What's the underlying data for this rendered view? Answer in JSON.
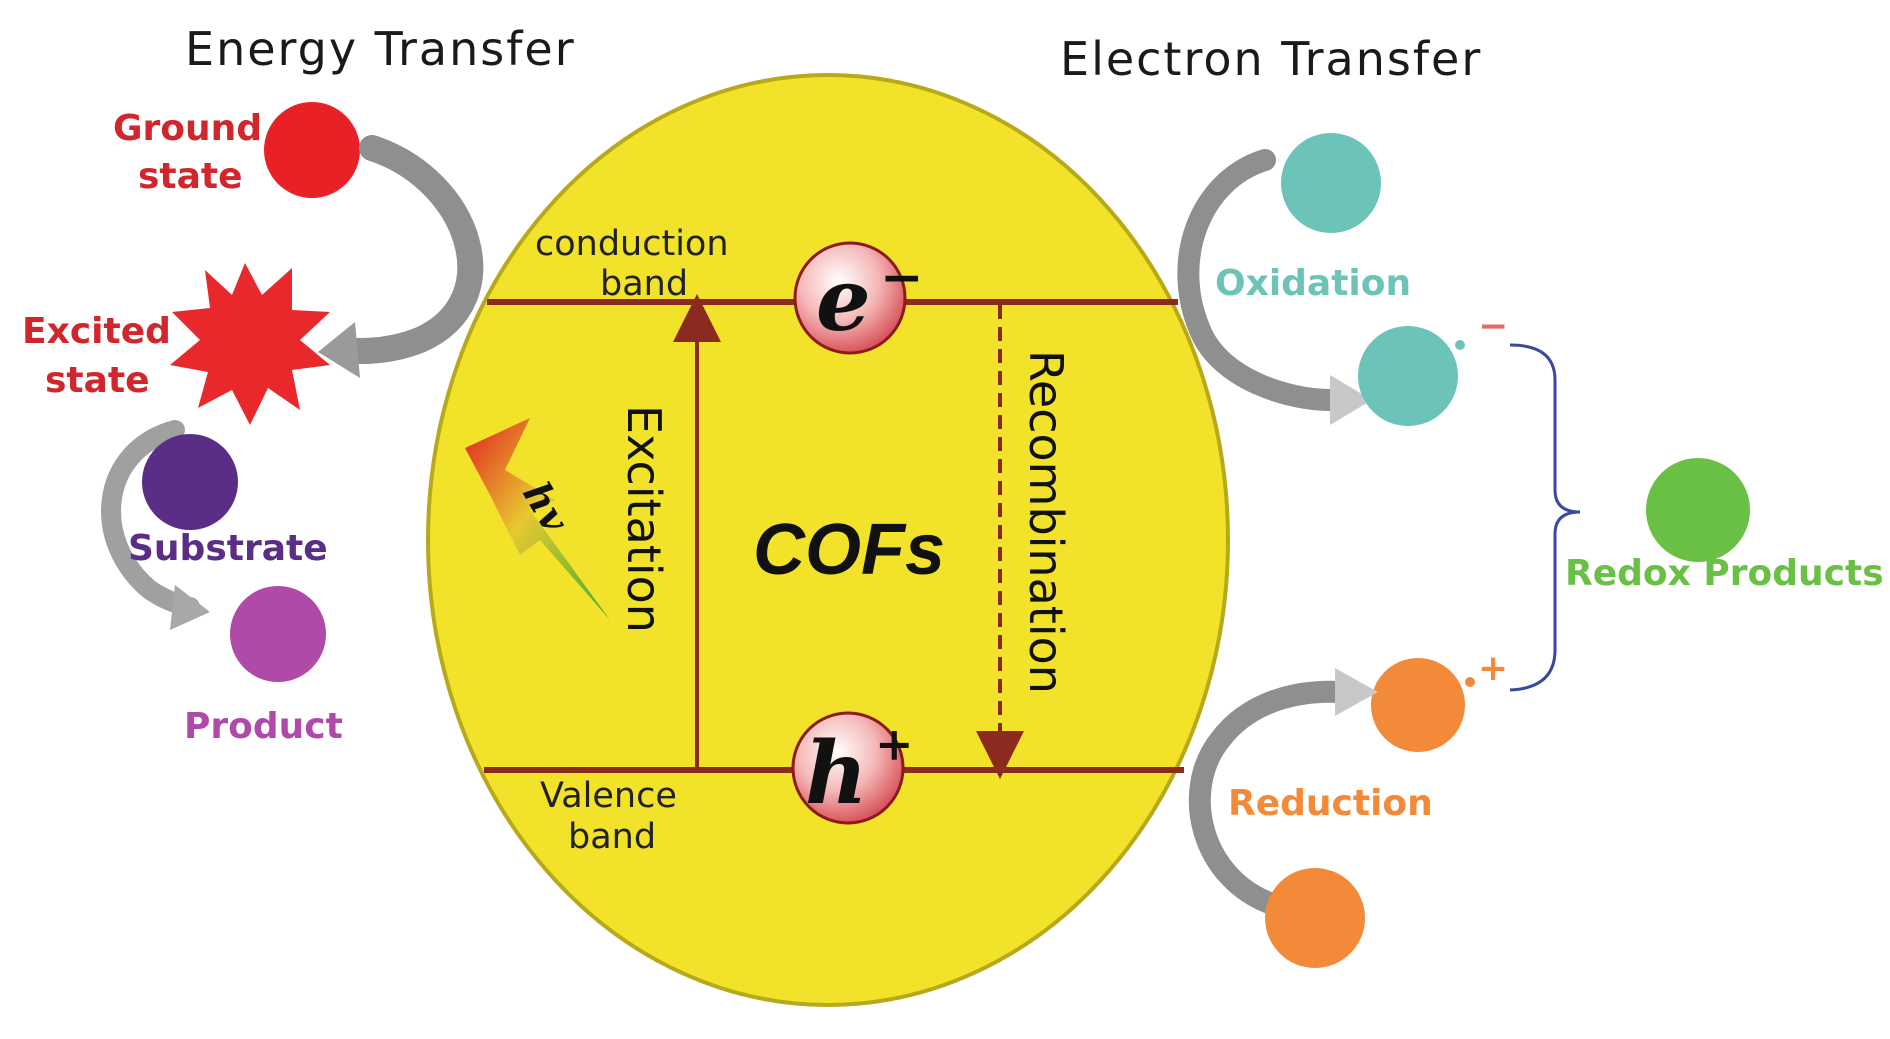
{
  "titles": {
    "energy_transfer": "Energy Transfer",
    "electron_transfer": "Electron Transfer"
  },
  "center": {
    "label": "COFs",
    "conduction_band": [
      "conduction",
      "band"
    ],
    "valence_band": [
      "Valence",
      "band"
    ],
    "excitation": "Excitation",
    "recombination": "Recombination",
    "electron_symbol": "e",
    "electron_charge": "−",
    "hole_symbol": "h",
    "hole_charge": "+",
    "light_label": "hv"
  },
  "energy_transfer": {
    "ground_state": [
      "Ground",
      "state"
    ],
    "excited_state": [
      "Excited",
      "state"
    ],
    "substrate": "Substrate",
    "product": "Product"
  },
  "electron_transfer": {
    "oxidation": "Oxidation",
    "reduction": "Reduction",
    "redox_products": "Redox Products",
    "radical_anion_charge": "−",
    "radical_cation_charge": "+"
  },
  "colors": {
    "ellipse_fill": "#f2e32a",
    "band_line": "#8b2a1e",
    "ground": "#e82127",
    "excited": "#e8282b",
    "substrate": "#5a2d86",
    "product": "#b04aa8",
    "oxidation": "#6cc4b8",
    "reduction": "#f28a3a",
    "redox": "#6abf45",
    "arrow_gray": "#8f8f8f"
  }
}
